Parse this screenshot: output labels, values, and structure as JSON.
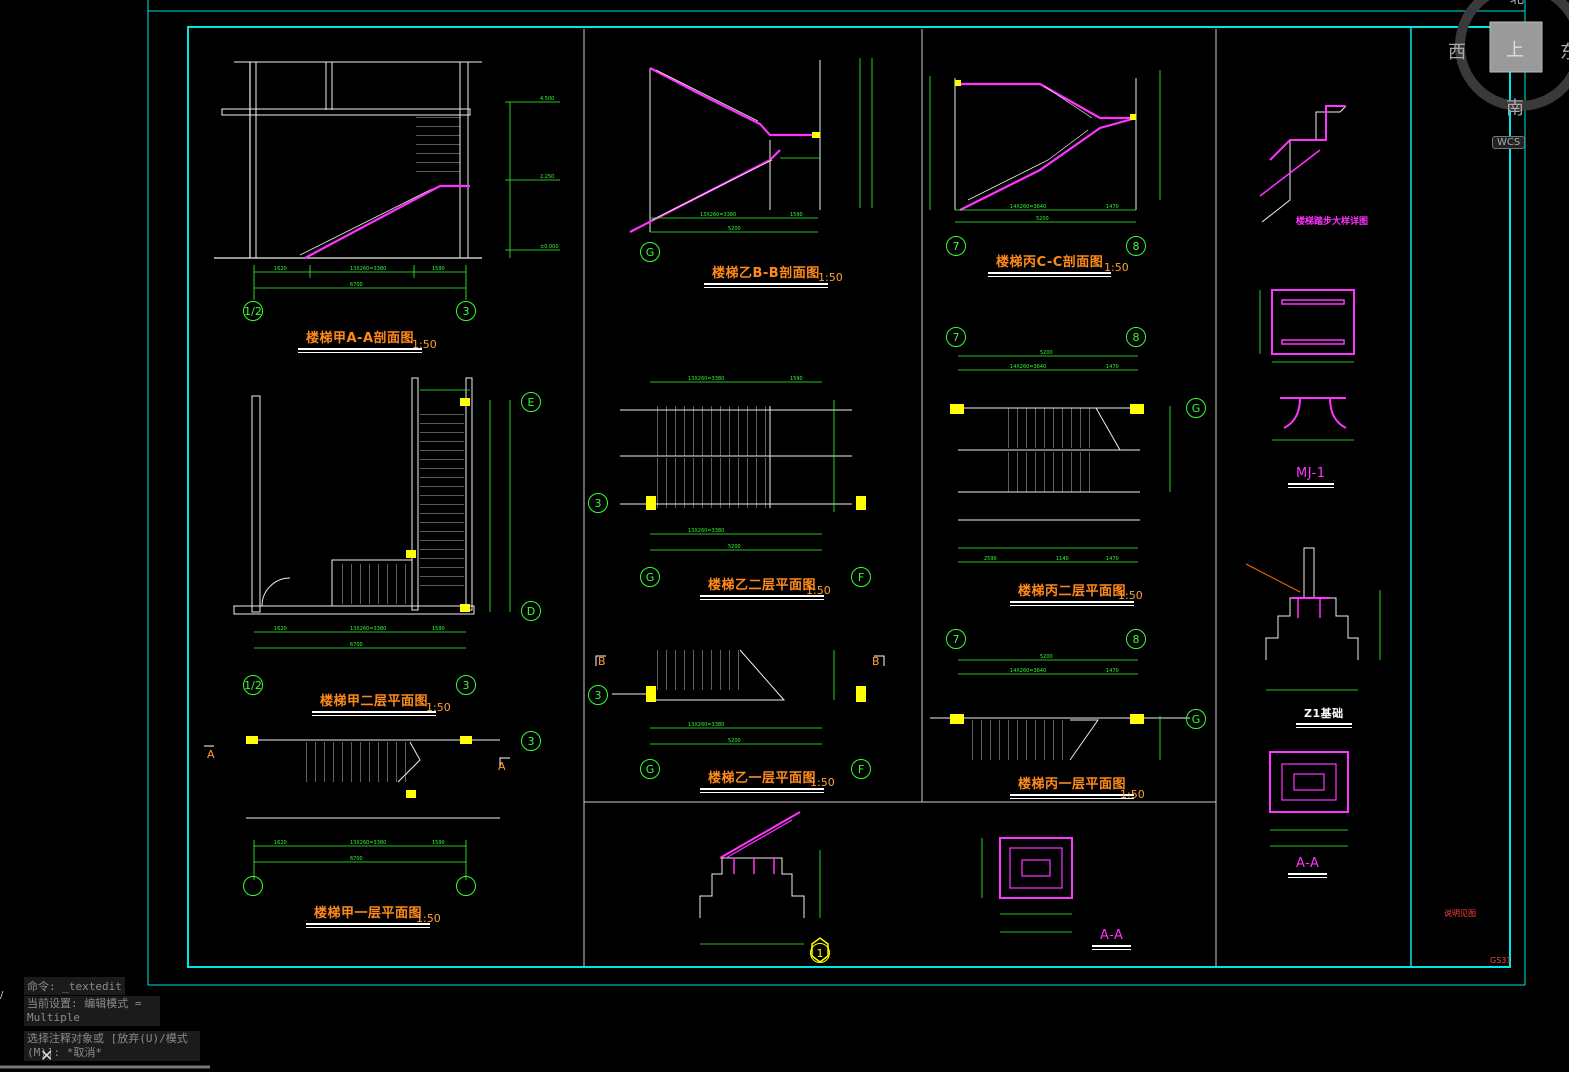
{
  "drawing": {
    "views": [
      {
        "id": "a",
        "title": "楼梯甲A-A剖面图",
        "scale": "1:50"
      },
      {
        "id": "b",
        "title": "楼梯甲二层平面图",
        "scale": "1:50"
      },
      {
        "id": "c",
        "title": "楼梯甲一层平面图",
        "scale": "1:50"
      },
      {
        "id": "d",
        "title": "楼梯乙B-B剖面图",
        "scale": "1:50"
      },
      {
        "id": "e",
        "title": "楼梯乙二层平面图",
        "scale": "1:50"
      },
      {
        "id": "f",
        "title": "楼梯乙一层平面图",
        "scale": "1:50"
      },
      {
        "id": "g",
        "title": "楼梯丙C-C剖面图",
        "scale": "1:50"
      },
      {
        "id": "h",
        "title": "楼梯丙二层平面图",
        "scale": "1:50"
      },
      {
        "id": "i",
        "title": "楼梯丙一层平面图",
        "scale": "1:50"
      },
      {
        "id": "j",
        "title": "MJ-1",
        "scale": ""
      },
      {
        "id": "k",
        "title": "Z1基础",
        "scale": ""
      },
      {
        "id": "l",
        "title": "A-A",
        "scale": ""
      },
      {
        "id": "m",
        "title": "A-A",
        "scale": ""
      }
    ],
    "small_title": "楼梯踏步大样详图",
    "axis_labels": {
      "ax1": "1/2",
      "ax2": "3",
      "ax3": "E",
      "ax4": "D",
      "ax5": "1/2",
      "ax6": "3",
      "ax7": "3",
      "ax8": "G",
      "ax9": "G",
      "ax10": "7",
      "ax11": "8",
      "ax12": "3",
      "ax13": "G",
      "ax14": "F",
      "ax15": "3",
      "ax16": "G",
      "ax17": "F",
      "ax18": "7",
      "ax19": "8",
      "ax20": "G",
      "ax21": "7",
      "ax22": "8",
      "ax23": "G",
      "ax24": "1",
      "ax25": "",
      "ax26": ""
    },
    "section_marks": {
      "a1": "A",
      "a2": "A",
      "b1": "B",
      "b2": "B"
    },
    "sheet_number": "GS31",
    "sheet_note": "说明见图"
  },
  "navcube": {
    "west": "西",
    "top": "上",
    "south": "南",
    "east": "东",
    "north": "北",
    "wcs": "WCS"
  },
  "command_history": {
    "line1": "命令: _textedit",
    "line2": "当前设置: 编辑模式 = Multiple",
    "line3": "选择注释对象或 [放弃(U)/模式(M)]: *取消*"
  },
  "colors": {
    "frame": "#00e5e5",
    "line": "#33ff33",
    "section": "#ff33ff",
    "title": "#ff8a1c",
    "axis": "#33ff33",
    "marker": "#ffff00",
    "text": "#ffffff"
  }
}
